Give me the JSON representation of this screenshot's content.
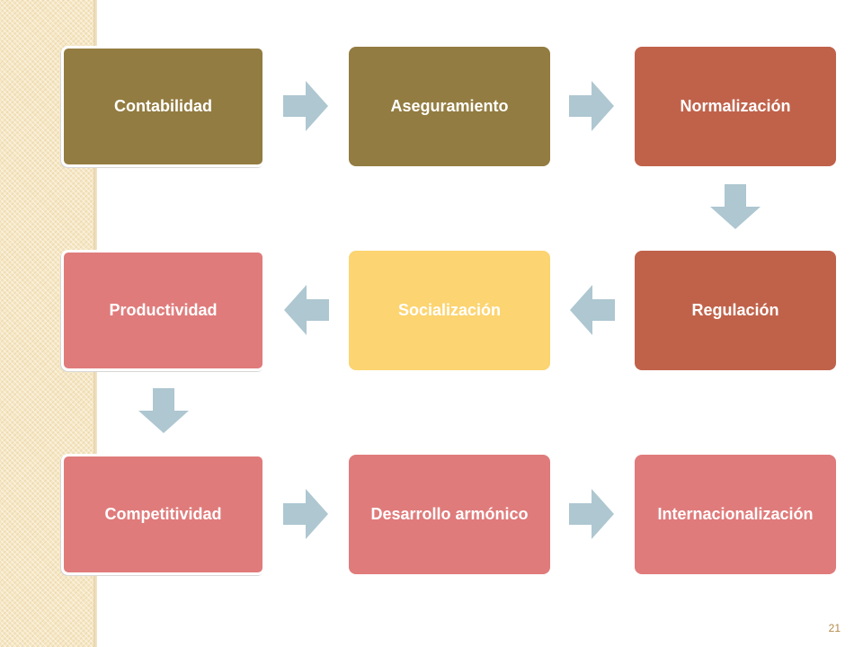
{
  "slide": {
    "page_number": "21"
  },
  "diagram": {
    "nodes": [
      {
        "id": "contabilidad",
        "label": "Contabilidad",
        "color": "#937c41"
      },
      {
        "id": "aseguramiento",
        "label": "Aseguramiento",
        "color": "#937c41"
      },
      {
        "id": "normalizacion",
        "label": "Normalización",
        "color": "#c0624a"
      },
      {
        "id": "regulacion",
        "label": "Regulación",
        "color": "#c0624a"
      },
      {
        "id": "socializacion",
        "label": "Socialización",
        "color": "#fcd471"
      },
      {
        "id": "productividad",
        "label": "Productividad",
        "color": "#e07b7b"
      },
      {
        "id": "competitividad",
        "label": "Competitividad",
        "color": "#e07b7b"
      },
      {
        "id": "desarrollo_armonico",
        "label": "Desarrollo armónico",
        "color": "#e07b7b"
      },
      {
        "id": "internacionalizacion",
        "label": "Internacionalización",
        "color": "#e07b7b"
      }
    ],
    "flow": [
      [
        "contabilidad",
        "aseguramiento"
      ],
      [
        "aseguramiento",
        "normalizacion"
      ],
      [
        "normalizacion",
        "regulacion"
      ],
      [
        "regulacion",
        "socializacion"
      ],
      [
        "socializacion",
        "productividad"
      ],
      [
        "productividad",
        "competitividad"
      ],
      [
        "competitividad",
        "desarrollo_armonico"
      ],
      [
        "desarrollo_armonico",
        "internacionalizacion"
      ]
    ],
    "arrow_color": "#aec7d1"
  }
}
